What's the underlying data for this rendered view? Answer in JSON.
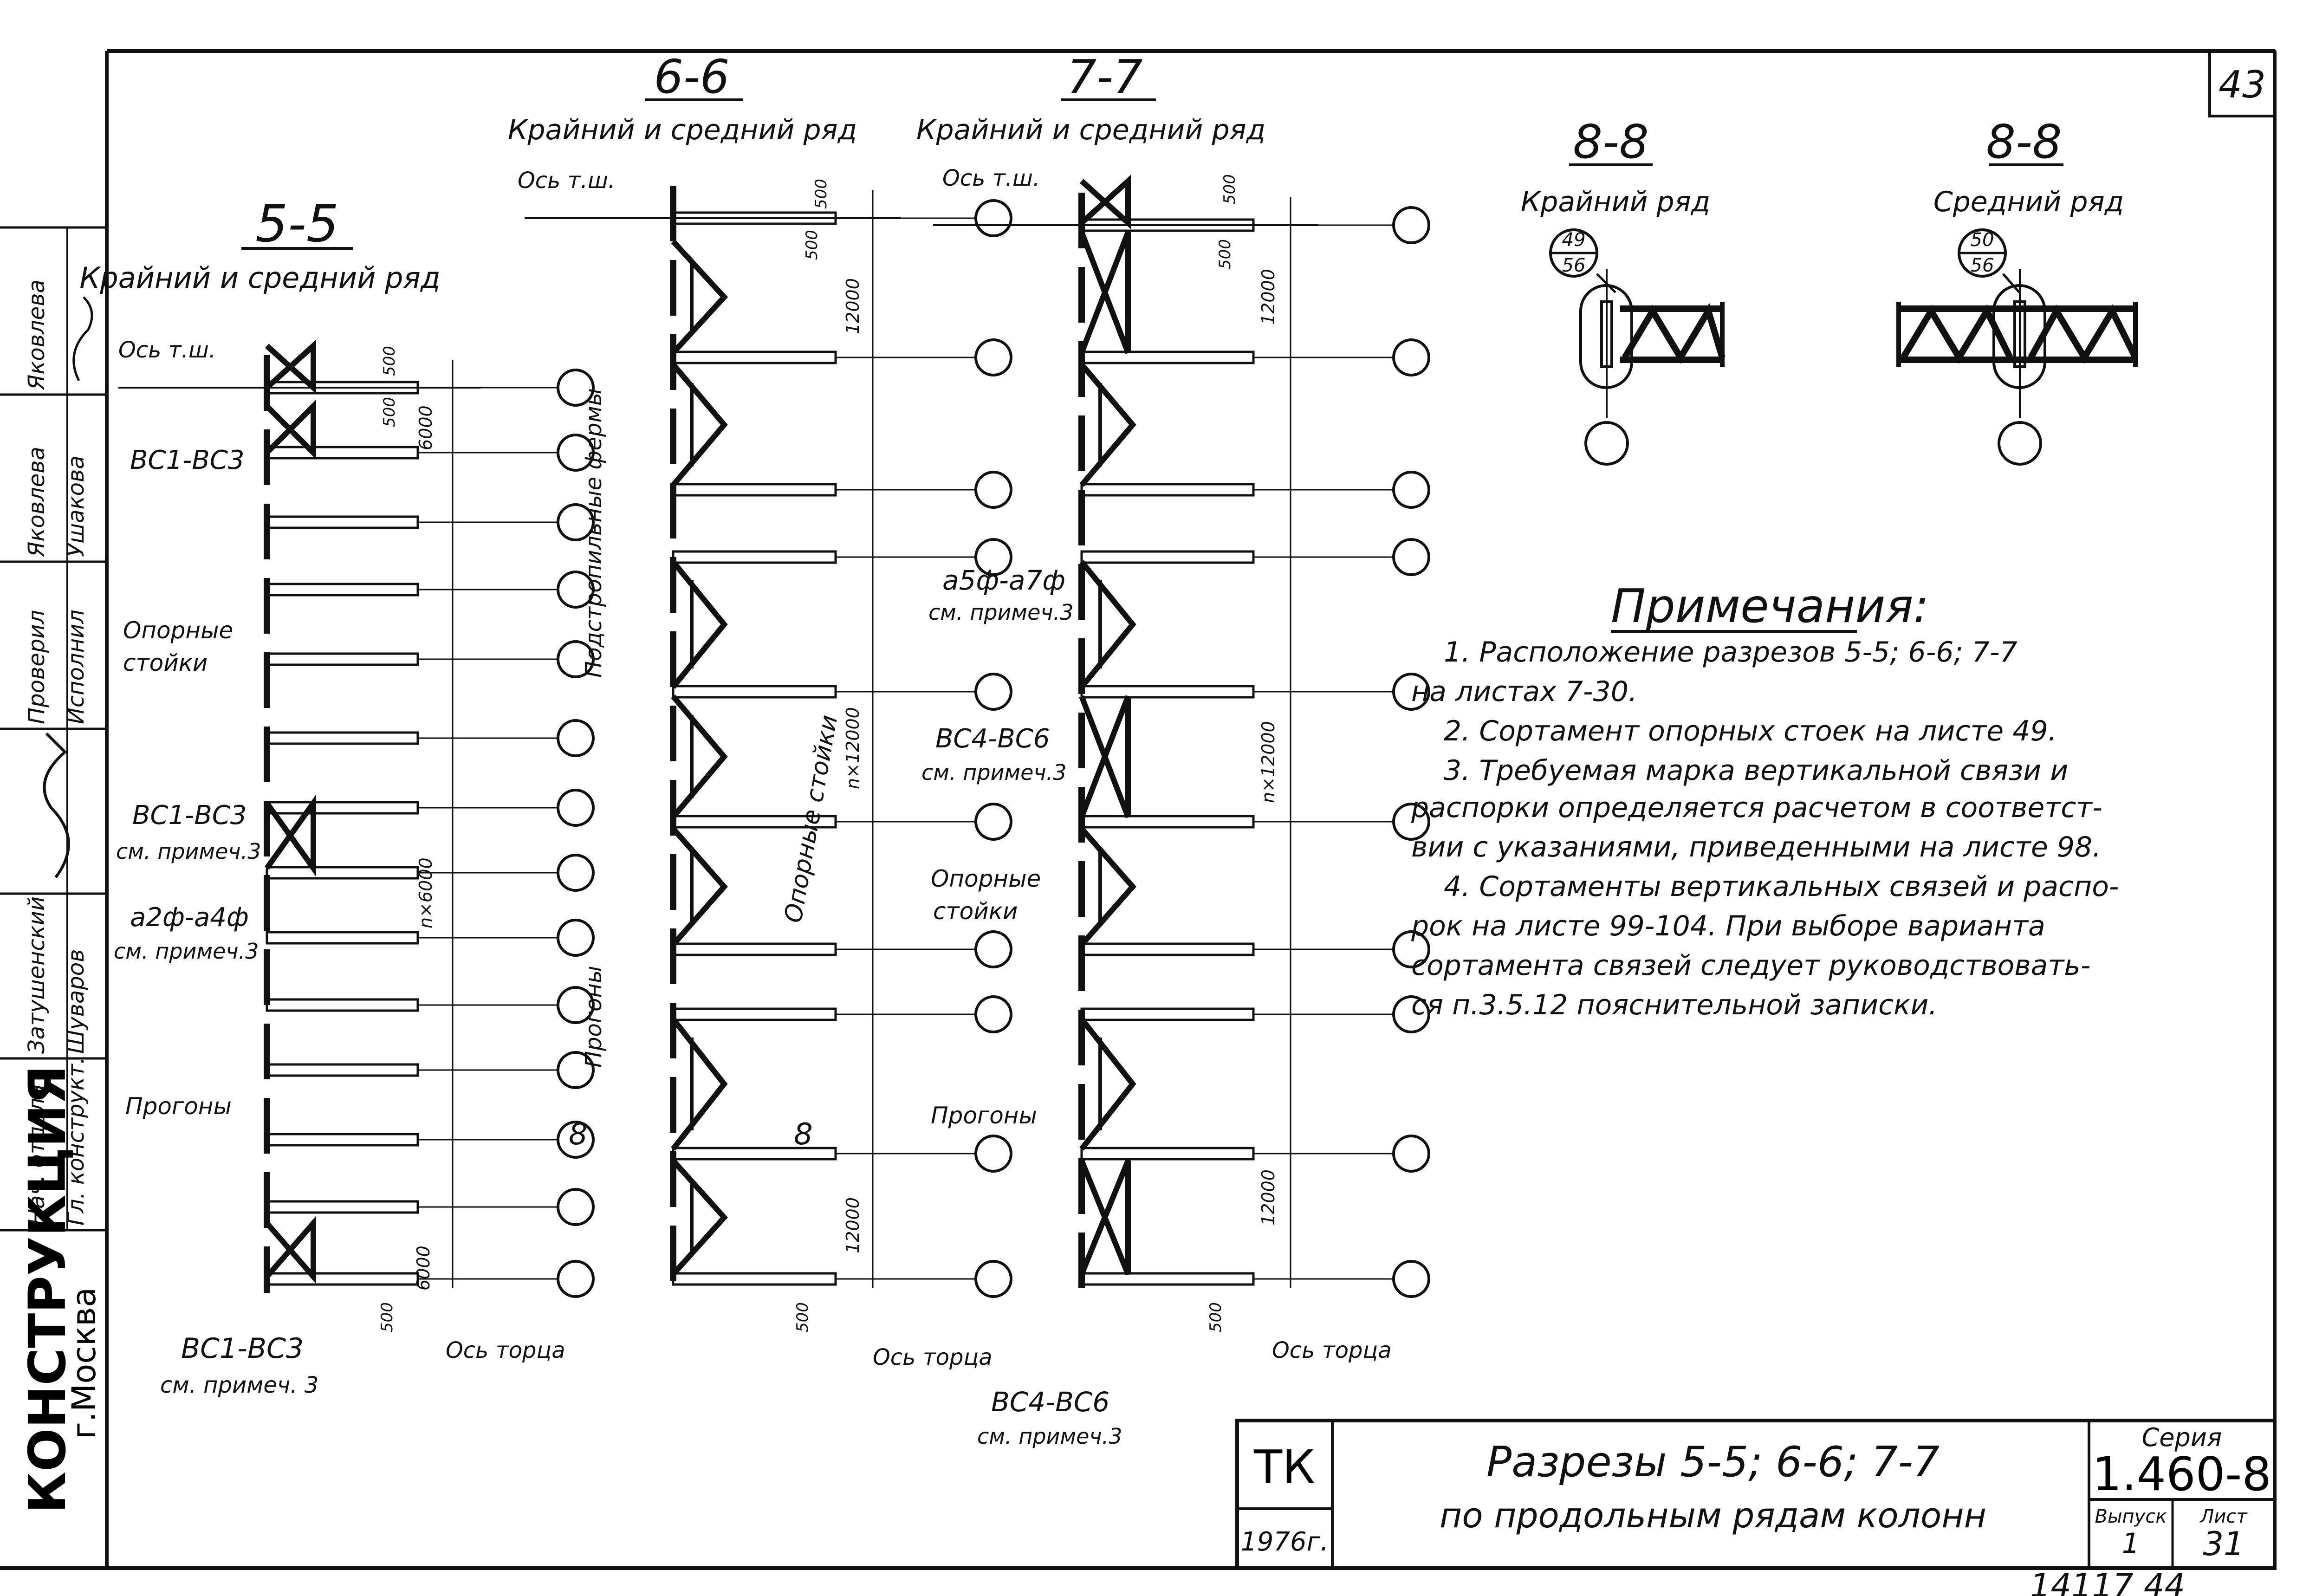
{
  "sheet_number": "43",
  "footer_number": "14117  44",
  "org": {
    "name": "КОНСТРУКЦИЯ",
    "city": "г.Москва"
  },
  "signatures": [
    {
      "role": "Нач. отдела",
      "role2": "Гл. конструкт.",
      "name": "",
      "sign": ""
    },
    {
      "role": "Затушенский",
      "role2": "Шуваров",
      "name": "",
      "sign": ""
    },
    {
      "role": "Проверил",
      "role2": "Исполнил",
      "name": "",
      "sign": ""
    },
    {
      "role": "Яковлева",
      "role2": "Ушакова",
      "name": "",
      "sign": ""
    },
    {
      "role": "Яковлева",
      "role2": "",
      "name": "",
      "sign": ""
    }
  ],
  "section_55": {
    "title": "5-5",
    "subtitle": "Крайний и средний ряд",
    "axis_top": "Ось т.ш.",
    "axis_end": "Ось торца",
    "label_vs1": "ВС1-ВС3",
    "label_vs2": "ВС1-ВС3",
    "label_vs2_note": "см. примеч.3",
    "label_a": "а2ф-а4ф",
    "label_a_note": "см. примеч.3",
    "label_vs3": "ВС1-ВС3",
    "label_vs3_note": "см. примеч. 3",
    "label_posts_1": "Опорные",
    "label_posts_2": "стойки",
    "label_purlins": "Прогоны",
    "dim_500a": "500",
    "dim_500b": "500",
    "dim_6000a": "6000",
    "dim_n6000": "n×6000",
    "dim_6000b": "6000",
    "dim_500c": "500"
  },
  "section_66": {
    "title": "6-6",
    "subtitle": "Крайний и средний ряд",
    "axis_top": "Ось т.ш.",
    "axis_end": "Ось торца",
    "label_trusses": "Подстропильные фермы",
    "label_posts": "Опорные стойки",
    "label_purlins": "Прогоны",
    "cut_left": "8",
    "cut_right": "8",
    "dim_500a": "500",
    "dim_500b": "500",
    "dim_12000a": "12000",
    "dim_n12000": "n×12000",
    "dim_12000b": "12000",
    "dim_500c": "500"
  },
  "section_77": {
    "title": "7-7",
    "subtitle": "Крайний и средний ряд",
    "axis_top": "Ось т.ш.",
    "axis_end": "Ось торца",
    "label_a": "а5ф-а7ф",
    "label_a_note": "см. примеч.3",
    "label_vs": "ВС4-ВС6",
    "label_vs_note": "см. примеч.3",
    "label_posts_1": "Опорные",
    "label_posts_2": "стойки",
    "label_purlins": "Прогоны",
    "label_vs_bottom": "ВС4-ВС6",
    "label_vs_bottom_note": "см. примеч.3",
    "dim_500a": "500",
    "dim_500b": "500",
    "dim_12000a": "12000",
    "dim_n12000": "n×12000",
    "dim_12000b": "12000",
    "dim_500c": "500"
  },
  "section_88_edge": {
    "title": "8-8",
    "subtitle": "Крайний ряд",
    "ref_top": "49",
    "ref_bottom": "56"
  },
  "section_88_mid": {
    "title": "8-8",
    "subtitle": "Средний ряд",
    "ref_top": "50",
    "ref_bottom": "56"
  },
  "notes": {
    "title": "Примечания:",
    "lines": [
      "1.  Расположение   разрезов  5-5; 6-6; 7-7",
      "на   листах  7-30.",
      "2.  Сортамент   опорных   стоек   на  листе 49.",
      "3.  Требуемая  марка  вертикальной  связи  и",
      "распорки   определяется  расчетом  в  соответст-",
      "вии   с   указаниями, приведенными   на  листе 98.",
      "4.  Сортаменты  вертикальных  связей  и  распо-",
      "рок  на  листе  99-104.  При  выборе  варианта",
      "сортамента   связей   следует   руководствовать-",
      "ся    п.3.5.12   пояснительной   записки."
    ]
  },
  "title_block": {
    "tk": "ТК",
    "year": "1976г.",
    "title_line1": "Разрезы  5-5; 6-6; 7-7",
    "title_line2": "по   продольным   рядам   колонн",
    "series_label": "Серия",
    "series_value": "1.460-8",
    "issue_label": "Выпуск",
    "issue_value": "1",
    "sheet_label": "Лист",
    "sheet_value": "31"
  }
}
